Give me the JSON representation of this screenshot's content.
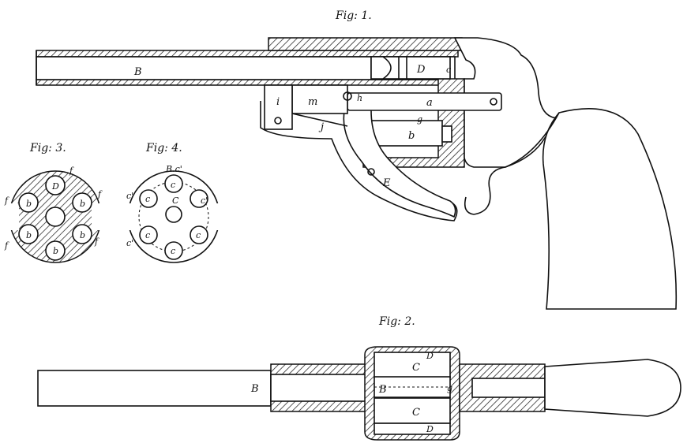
{
  "figures": {
    "fig1": {
      "title": "Fig: 1.",
      "labels": {
        "barrel": "B",
        "cartridge": "D",
        "clip": "c",
        "rod": "a",
        "pin": "i",
        "m": "m",
        "j": "j",
        "g": "g",
        "b": "b",
        "h": "h",
        "trigger": "E"
      }
    },
    "fig2": {
      "title": "Fig: 2.",
      "labels": {
        "barrel": "B",
        "bore": "B",
        "chamber_top": "C",
        "chamber_bottom": "C",
        "d_top": "D",
        "d_bottom": "D",
        "g": "g"
      }
    },
    "fig3": {
      "title": "Fig: 3.",
      "labels": {
        "center": "D",
        "b1": "b",
        "b2": "b",
        "b3": "b",
        "b4": "b",
        "b5": "b",
        "f1": "f",
        "f2": "f",
        "f3": "f",
        "f4": "f",
        "f5": "f"
      }
    },
    "fig4": {
      "title": "Fig: 4.",
      "labels": {
        "top": "B.c'",
        "center": "C",
        "c1": "c",
        "c2": "c",
        "c3": "c",
        "c4": "c",
        "c5": "c",
        "c6": "c'",
        "c7": "c'",
        "c8": "c'"
      }
    }
  }
}
